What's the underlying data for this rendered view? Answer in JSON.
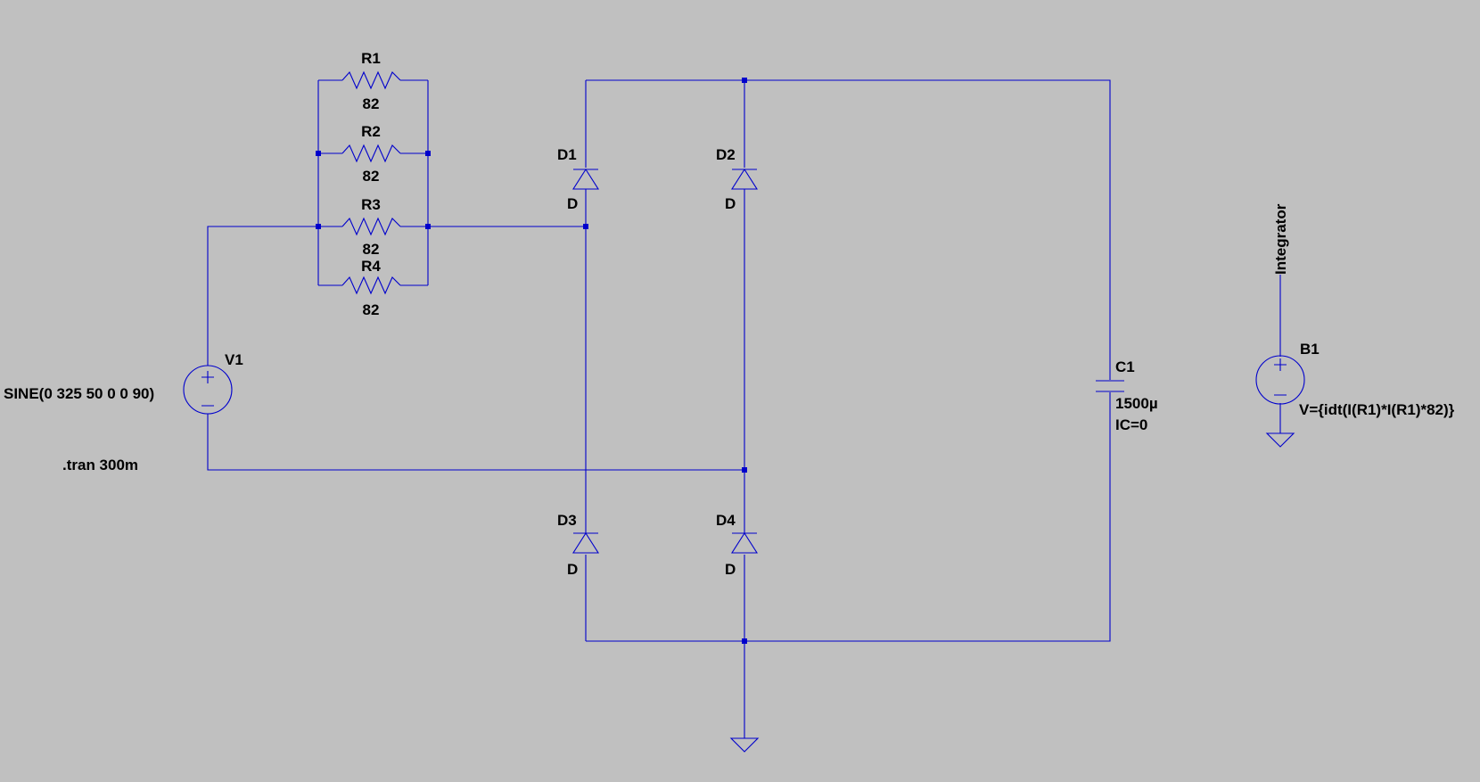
{
  "colors": {
    "background": "#c0c0c0",
    "wire": "#0000cc",
    "text": "#000000"
  },
  "components": {
    "r1": {
      "ref": "R1",
      "value": "82"
    },
    "r2": {
      "ref": "R2",
      "value": "82"
    },
    "r3": {
      "ref": "R3",
      "value": "82"
    },
    "r4": {
      "ref": "R4",
      "value": "82"
    },
    "v1": {
      "ref": "V1",
      "value": "SINE(0 325 50 0 0 90)"
    },
    "d1": {
      "ref": "D1",
      "model": "D"
    },
    "d2": {
      "ref": "D2",
      "model": "D"
    },
    "d3": {
      "ref": "D3",
      "model": "D"
    },
    "d4": {
      "ref": "D4",
      "model": "D"
    },
    "c1": {
      "ref": "C1",
      "value": "1500µ",
      "ic": "IC=0"
    },
    "b1": {
      "ref": "B1",
      "value": "V={idt(I(R1)*I(R1)*82)}"
    }
  },
  "labels": {
    "net_integrator": "Integrator"
  },
  "directives": {
    "tran": ".tran 300m"
  },
  "icons": {
    "voltage_source": "circle-plus-minus-icon",
    "ground": "ground-triangle-icon",
    "resistor": "zigzag-resistor-icon",
    "diode": "diode-triangle-bar-icon",
    "capacitor": "parallel-plates-capacitor-icon"
  }
}
